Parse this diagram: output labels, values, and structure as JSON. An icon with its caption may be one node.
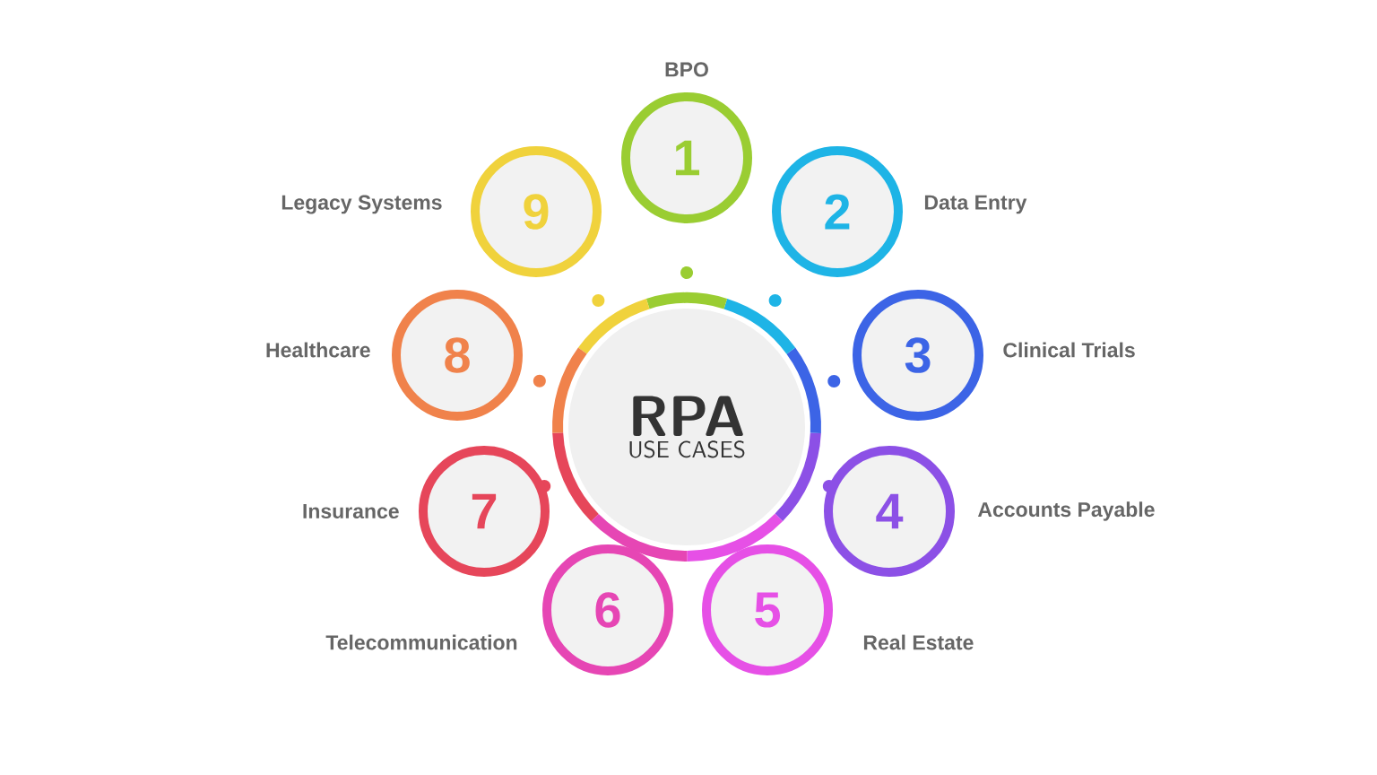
{
  "diagram": {
    "nodes": [
      {
        "text": [
          "RPA",
          "USE CASES"
        ]
      },
      {
        "text": [
          "1"
        ],
        "beside": [
          "BPO"
        ]
      },
      {
        "text": [
          "2"
        ],
        "beside": [
          "Data Entry"
        ]
      },
      {
        "text": [
          "3"
        ],
        "beside": [
          "Clinical Trials"
        ]
      },
      {
        "text": [
          "4"
        ],
        "beside": [
          "Accounts Payable"
        ]
      },
      {
        "text": [
          "5"
        ],
        "beside": [
          "Real Estate"
        ]
      },
      {
        "text": [
          "6"
        ],
        "beside": [
          "Telecommunication"
        ]
      },
      {
        "text": [
          "7"
        ],
        "beside": [
          "Insurance"
        ]
      },
      {
        "text": [
          "8"
        ],
        "beside": [
          "Healthcare"
        ]
      },
      {
        "text": [
          "9"
        ],
        "beside": [
          "Legacy Systems"
        ]
      }
    ]
  }
}
